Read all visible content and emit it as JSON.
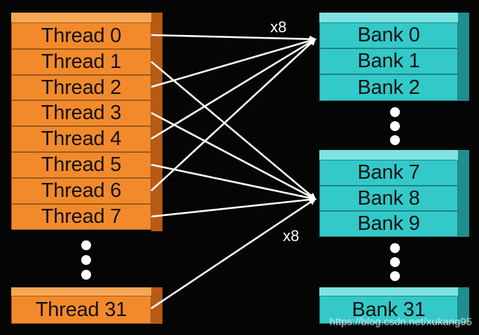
{
  "threads_top": [
    "Thread 0",
    "Thread 1",
    "Thread 2",
    "Thread 3",
    "Thread 4",
    "Thread 5",
    "Thread 6",
    "Thread 7"
  ],
  "thread_last": "Thread 31",
  "banks_top": [
    "Bank 0",
    "Bank 1",
    "Bank 2"
  ],
  "banks_mid": [
    "Bank 7",
    "Bank 8",
    "Bank 9"
  ],
  "bank_last": "Bank 31",
  "multiplier_top": "x8",
  "multiplier_bottom": "x8",
  "watermark": "https://blog.csdn.net/xukang95",
  "colors": {
    "thread": "#f28a2c",
    "bank": "#33c9c9",
    "background": "#050505",
    "arrow": "#ffffff"
  }
}
